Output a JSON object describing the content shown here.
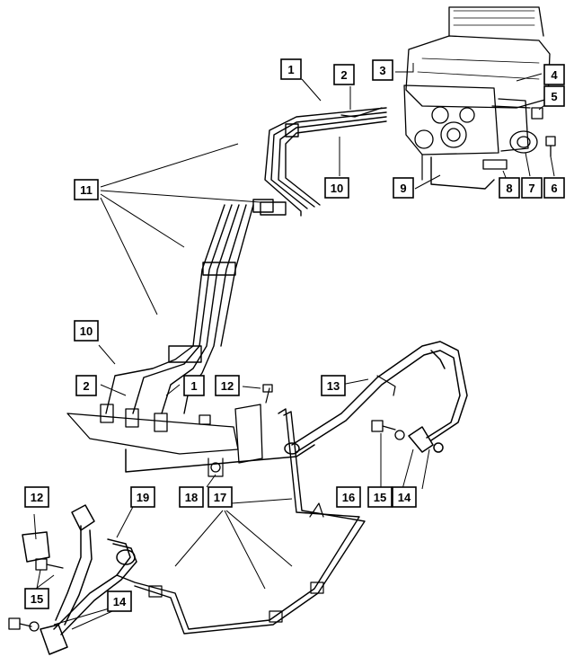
{
  "callouts": {
    "c1a": "1",
    "c2a": "2",
    "c3": "3",
    "c4": "4",
    "c5": "5",
    "c6": "6",
    "c7": "7",
    "c8": "8",
    "c9": "9",
    "c10a": "10",
    "c11": "11",
    "c10b": "10",
    "c2b": "2",
    "c1b": "1",
    "c12a": "12",
    "c13": "13",
    "c16": "16",
    "c15a": "15",
    "c14a": "14",
    "c18": "18",
    "c17": "17",
    "c12b": "12",
    "c19": "19",
    "c15b": "15",
    "c14b": "14"
  }
}
